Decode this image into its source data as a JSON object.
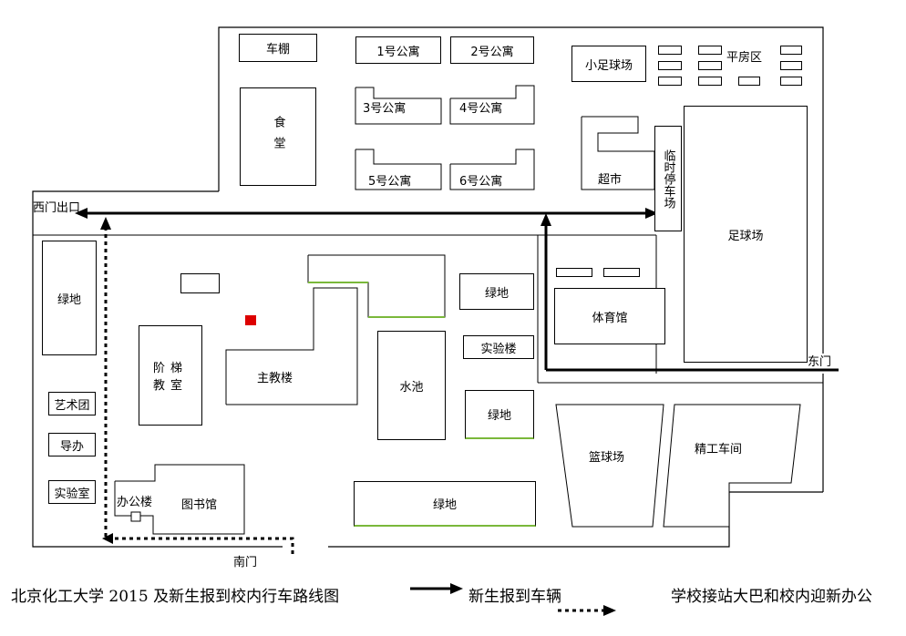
{
  "buildings": {
    "chepeng": "车棚",
    "apt1": "1号公寓",
    "apt2": "2号公寓",
    "apt3": "3号公寓",
    "apt4": "4号公寓",
    "apt5": "5号公寓",
    "apt6": "6号公寓",
    "small_field": "小足球场",
    "bungalow": "平房区",
    "canteen": "食堂",
    "supermarket": "超市",
    "temp_parking": "临时停车场",
    "football": "足球场",
    "west_exit": "西门出口",
    "green_left": "绿地",
    "green_mid1": "绿地",
    "green_mid2": "绿地",
    "green_bottom": "绿地",
    "lab_mid": "实验楼",
    "gym": "体育馆",
    "east_gate": "东门",
    "lecture_hall": "阶梯教室",
    "main_building": "主教楼",
    "pool": "水池",
    "art_troupe": "艺术团",
    "guidance": "导办",
    "lab_left": "实验室",
    "office": "办公楼",
    "library": "图书馆",
    "basketball": "篮球场",
    "workshop": "精工车间",
    "south_gate": "南门"
  },
  "legend": {
    "title": "北京化工大学 2015 及新生报到校内行车路线图",
    "solid_label": "新生报到车辆",
    "dotted_label": "学校接站大巴和校内迎新办公"
  },
  "colors": {
    "route": "#000000",
    "green_edge": "#7ab83a",
    "marker": "#dd0000"
  }
}
